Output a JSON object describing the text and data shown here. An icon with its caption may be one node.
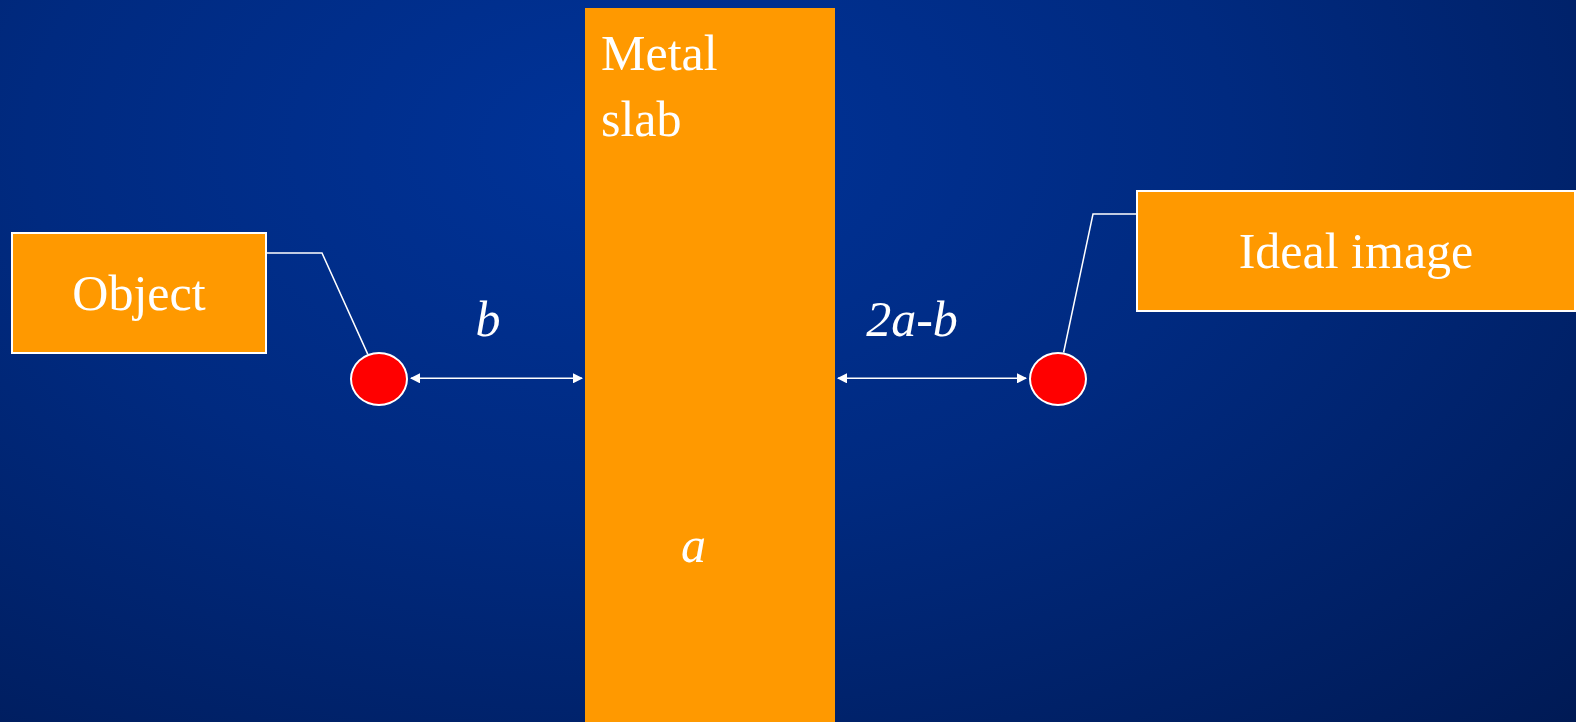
{
  "diagram": {
    "nodes": [
      {
        "text": [
          "Object"
        ]
      },
      {
        "text": [],
        "shape": "circle"
      },
      {
        "text": [
          "Metal slab",
          "a"
        ]
      },
      {
        "text": [],
        "shape": "circle"
      },
      {
        "text": [
          "Ideal image"
        ]
      }
    ],
    "edges": [
      {
        "from": 0,
        "to": 1,
        "arrow": "none"
      },
      {
        "from": 1,
        "to": 2,
        "arrow": "both",
        "label": "b"
      },
      {
        "from": 2,
        "to": 3,
        "arrow": "both",
        "label": "2a-b"
      },
      {
        "from": 4,
        "to": 3,
        "arrow": "none"
      }
    ]
  }
}
